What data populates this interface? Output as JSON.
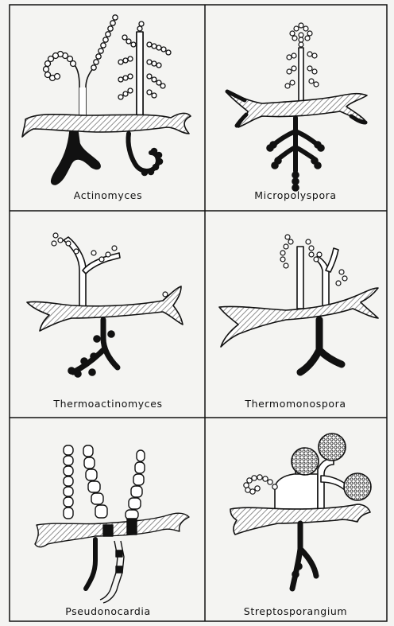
{
  "figure": {
    "panels": [
      {
        "id": "actinomyces",
        "label": "Actinomyces"
      },
      {
        "id": "micropolyspora",
        "label": "Micropolyspora"
      },
      {
        "id": "thermoactinomyces",
        "label": "Thermoactinomyces"
      },
      {
        "id": "thermomonospora",
        "label": "Thermomonospora"
      },
      {
        "id": "pseudonocardia",
        "label": "Pseudonocardia"
      },
      {
        "id": "streptosporangium",
        "label": "Streptosporangium"
      }
    ],
    "colors": {
      "line": "#111111",
      "hatch": "#9a9a9a",
      "background": "#f4f4f2",
      "substrate": "#0a0a0a"
    }
  }
}
